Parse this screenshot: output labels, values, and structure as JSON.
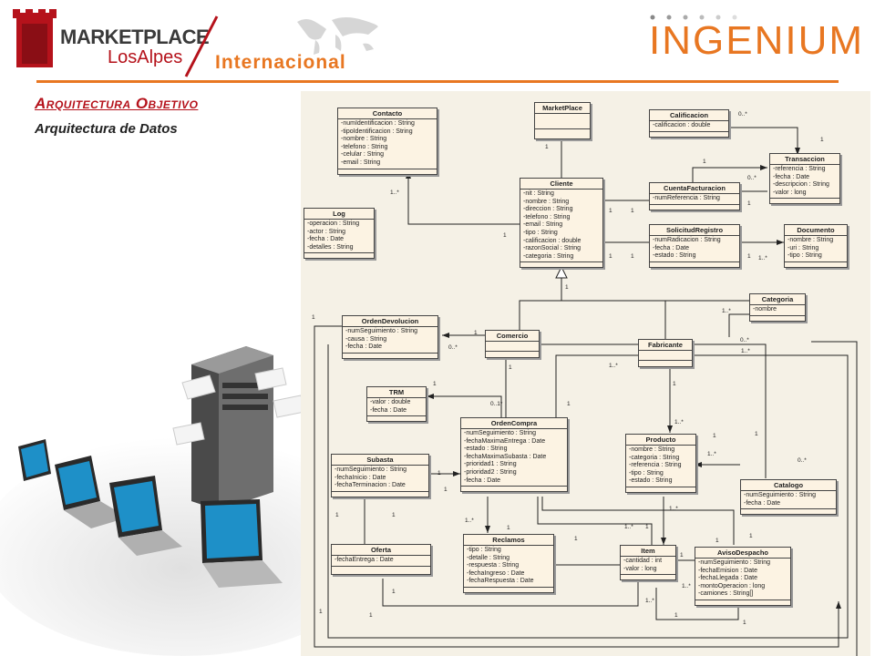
{
  "header": {
    "brand_line1": "MARKETPLACE",
    "brand_line2": "LosAlpes",
    "internacional": "Internacional",
    "ingenium": "INGENIUM",
    "colors": {
      "accent": "#e87722",
      "brand_red": "#b5121b",
      "diagram_bg": "#f5f1e6",
      "class_fill": "#fcf3e3"
    }
  },
  "page": {
    "title": "Arquitectura Objetivo",
    "subtitle": "Arquitectura de Datos"
  },
  "classes": [
    {
      "name": "Contacto",
      "attrs": [
        "-numIdentificacion : String",
        "-tipoIdentificacion : String",
        "-nombre : String",
        "-telefono : String",
        "-celular : String",
        "-email : String"
      ]
    },
    {
      "name": "MarketPlace",
      "attrs": []
    },
    {
      "name": "Calificacion",
      "attrs": [
        "-calificacion : double"
      ]
    },
    {
      "name": "Transaccion",
      "attrs": [
        "-referencia : String",
        "-fecha : Date",
        "-descripcion : String",
        "-valor : long"
      ]
    },
    {
      "name": "CuentaFacturacion",
      "attrs": [
        "-numReferencia : String"
      ]
    },
    {
      "name": "Cliente",
      "attrs": [
        "-nit : String",
        "-nombre : String",
        "-direccion : String",
        "-telefono : String",
        "-email : String",
        "-tipo : String",
        "-calificacion : double",
        "-razonSocial : String",
        "-categoria : String"
      ]
    },
    {
      "name": "Log",
      "attrs": [
        "-operacion : String",
        "-actor : String",
        "-fecha : Date",
        "-detalles : String"
      ]
    },
    {
      "name": "SolicitudRegistro",
      "attrs": [
        "-numRadicacion : String",
        "-fecha : Date",
        "-estado : String"
      ]
    },
    {
      "name": "Documento",
      "attrs": [
        "-nombre : String",
        "-uri : String",
        "-tipo : String"
      ]
    },
    {
      "name": "Categoria",
      "attrs": [
        "-nombre"
      ]
    },
    {
      "name": "OrdenDevolucion",
      "attrs": [
        "-numSeguimiento : String",
        "-causa : String",
        "-fecha : Date"
      ]
    },
    {
      "name": "Comercio",
      "attrs": []
    },
    {
      "name": "Fabricante",
      "attrs": []
    },
    {
      "name": "TRM",
      "attrs": [
        "-valor : double",
        "-fecha : Date"
      ]
    },
    {
      "name": "OrdenCompra",
      "attrs": [
        "-numSeguimiento : String",
        "-fechaMaximaEntrega : Date",
        "-estado : String",
        "-fechaMaximaSubasta : Date",
        "-prioridad1 : String",
        "-prioridad2 : String",
        "-fecha : Date"
      ]
    },
    {
      "name": "Producto",
      "attrs": [
        "-nombre : String",
        "-categoria : String",
        "-referencia : String",
        "-tipo : String",
        "-estado : String"
      ]
    },
    {
      "name": "Subasta",
      "attrs": [
        "-numSeguimiento : String",
        "-fechaInicio : Date",
        "-fechaTerminacion : Date"
      ]
    },
    {
      "name": "Catalogo",
      "attrs": [
        "-numSeguimiento : String",
        "-fecha : Date"
      ]
    },
    {
      "name": "Oferta",
      "attrs": [
        "-fechaEntrega : Date"
      ]
    },
    {
      "name": "Reclamos",
      "attrs": [
        "-tipo : String",
        "-detalle : String",
        "-respuesta : String",
        "-fechaIngreso : Date",
        "-fechaRespuesta : Date"
      ]
    },
    {
      "name": "Item",
      "attrs": [
        "-cantidad : int",
        "-valor : long"
      ]
    },
    {
      "name": "AvisoDespacho",
      "attrs": [
        "-numSeguimiento : String",
        "-fechaEmision : Date",
        "-fechaLlegada : Date",
        "-montoOperacion : long",
        "-camiones : String[]"
      ]
    }
  ],
  "multiplicities": [
    "0..*",
    "1",
    "1",
    "1..*",
    "1",
    "1",
    "1",
    "1",
    "0..*",
    "1",
    "1..*",
    "1",
    "1",
    "1",
    "1..*",
    "1",
    "1..*",
    "1",
    "0..*",
    "1",
    "0..1*",
    "1",
    "1",
    "1..*",
    "0..*",
    "1",
    "1",
    "1..*",
    "1..*",
    "0..*",
    "1",
    "1",
    "1",
    "1",
    "1",
    "1..*",
    "1..*",
    "1..*",
    "1",
    "1",
    "1",
    "1",
    "1",
    "1",
    "1..*",
    "1",
    "1",
    "1..*",
    "1",
    "1",
    "1",
    "1"
  ]
}
